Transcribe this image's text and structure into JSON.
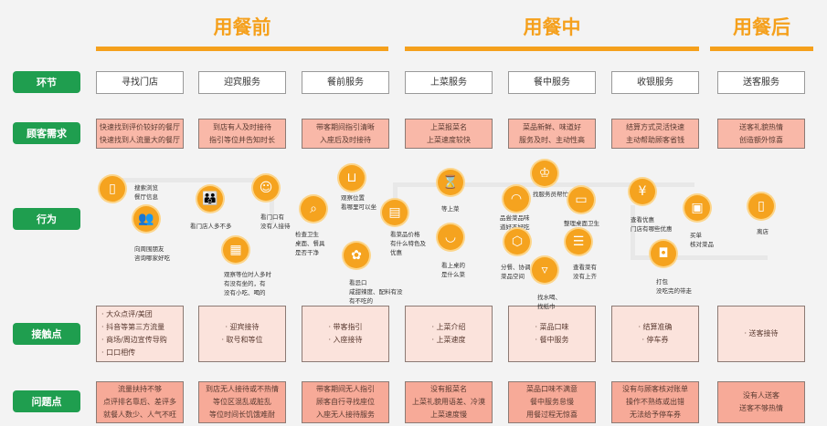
{
  "phases": [
    "用餐前",
    "用餐中",
    "用餐后"
  ],
  "row_labels": [
    "环节",
    "顾客需求",
    "行为",
    "接触点",
    "问题点"
  ],
  "stages": [
    "寻找门店",
    "迎宾服务",
    "餐前服务",
    "上菜服务",
    "餐中服务",
    "收银服务",
    "送客服务"
  ],
  "needs": [
    [
      "快速找到评价较好的餐厅",
      "快速找到人流量大的餐厅"
    ],
    [
      "到店有人及时接待",
      "指引等位并告知时长"
    ],
    [
      "带客期间指引清晰",
      "入座后及时接待"
    ],
    [
      "上菜报菜名",
      "上菜速度较快"
    ],
    [
      "菜品新鲜、味道好",
      "服务及时、主动性高"
    ],
    [
      "结算方式灵活快速",
      "主动帮助顾客省钱"
    ],
    [
      "送客礼貌热情",
      "创造额外惊喜"
    ]
  ],
  "behaviors": [
    {
      "icon": "phone-icon",
      "glyph": "▯",
      "lines": [
        "搜索浏览",
        "餐厅信息"
      ]
    },
    {
      "icon": "friends-icon",
      "glyph": "👥",
      "lines": [
        "向周围朋友",
        "咨询哪家好吃"
      ]
    },
    {
      "icon": "crowd-icon",
      "glyph": "👪",
      "lines": [
        "看门店人多不多"
      ]
    },
    {
      "icon": "waiter-icon",
      "glyph": "☺",
      "lines": [
        "看门口有",
        "没有人接待"
      ]
    },
    {
      "icon": "waiting-seats-icon",
      "glyph": "▦",
      "lines": [
        "观察等位时人多时",
        "有没有坐的，有",
        "没有小吃、喝的"
      ]
    },
    {
      "icon": "inspect-icon",
      "glyph": "⌕",
      "lines": [
        "检查卫生",
        "桌面、餐具",
        "是否干净"
      ]
    },
    {
      "icon": "sofa-icon",
      "glyph": "⊔",
      "lines": [
        "观察位置",
        "看哪里可以坐"
      ]
    },
    {
      "icon": "menu-icon",
      "glyph": "▤",
      "lines": [
        "看菜品价格",
        "有什么特色及",
        "优惠"
      ]
    },
    {
      "icon": "taste-icon",
      "glyph": "✿",
      "lines": [
        "看忌口",
        "咸甜辣度、配料有没",
        "有不吃的"
      ]
    },
    {
      "icon": "hourglass-icon",
      "glyph": "⌛",
      "lines": [
        "等上菜"
      ]
    },
    {
      "icon": "bowl-icon",
      "glyph": "◡",
      "lines": [
        "看上桌的",
        "是什么菜"
      ]
    },
    {
      "icon": "service-bell-icon",
      "glyph": "♔",
      "lines": [
        "找服务员帮忙"
      ]
    },
    {
      "icon": "dish-cover-icon",
      "glyph": "◠",
      "lines": [
        "品尝菜品味",
        "道好不好吃"
      ]
    },
    {
      "icon": "table-icon",
      "glyph": "▭",
      "lines": [
        "整理桌面卫生"
      ]
    },
    {
      "icon": "hexagon-icon",
      "glyph": "⬡",
      "lines": [
        "分餐、协调",
        "菜品空间"
      ]
    },
    {
      "icon": "checklist-icon",
      "glyph": "☰",
      "lines": [
        "查看菜有",
        "没有上齐"
      ]
    },
    {
      "icon": "cup-icon",
      "glyph": "▿",
      "lines": [
        "找水喝、",
        "找纸巾"
      ]
    },
    {
      "icon": "coupon-icon",
      "glyph": "¥",
      "lines": [
        "查看优惠",
        "门店有哪些优惠"
      ]
    },
    {
      "icon": "wallet-icon",
      "glyph": "▣",
      "lines": [
        "买单",
        "核对菜品"
      ]
    },
    {
      "icon": "bag-icon",
      "glyph": "◘",
      "lines": [
        "打包",
        "没吃完的带走"
      ]
    },
    {
      "icon": "door-icon",
      "glyph": "▯",
      "lines": [
        "离店"
      ]
    }
  ],
  "touchpoints": [
    [
      "· 大众点评/美团",
      "· 抖音等第三方流量",
      "· 商场/周边宣传导购",
      "· 口口相传"
    ],
    [
      "· 迎宾接待",
      "· 取号和等位"
    ],
    [
      "· 带客指引",
      "· 入座接待"
    ],
    [
      "· 上菜介绍",
      "· 上菜速度"
    ],
    [
      "· 菜品口味",
      "· 餐中服务"
    ],
    [
      "· 结算准确",
      "· 停车券"
    ],
    [
      "· 送客接待"
    ]
  ],
  "problems": [
    [
      "流量扶持不够",
      "点评排名靠后、差评多",
      "就餐人数少、人气不旺"
    ],
    [
      "到店无人接待或不热情",
      "等位区混乱或脏乱",
      "等位时间长饥饿难耐"
    ],
    [
      "带客期间无人指引",
      "顾客自行寻找座位",
      "入座无人接待服务"
    ],
    [
      "没有报菜名",
      "上菜礼貌用语差、冷漠",
      "上菜速度慢"
    ],
    [
      "菜品口味不满意",
      "餐中服务怠慢",
      "用餐过程无惊喜"
    ],
    [
      "没有与顾客核对账单",
      "操作不熟练或出错",
      "无法给予停车券"
    ],
    [
      "没有人送客",
      "送客不够热情"
    ]
  ]
}
